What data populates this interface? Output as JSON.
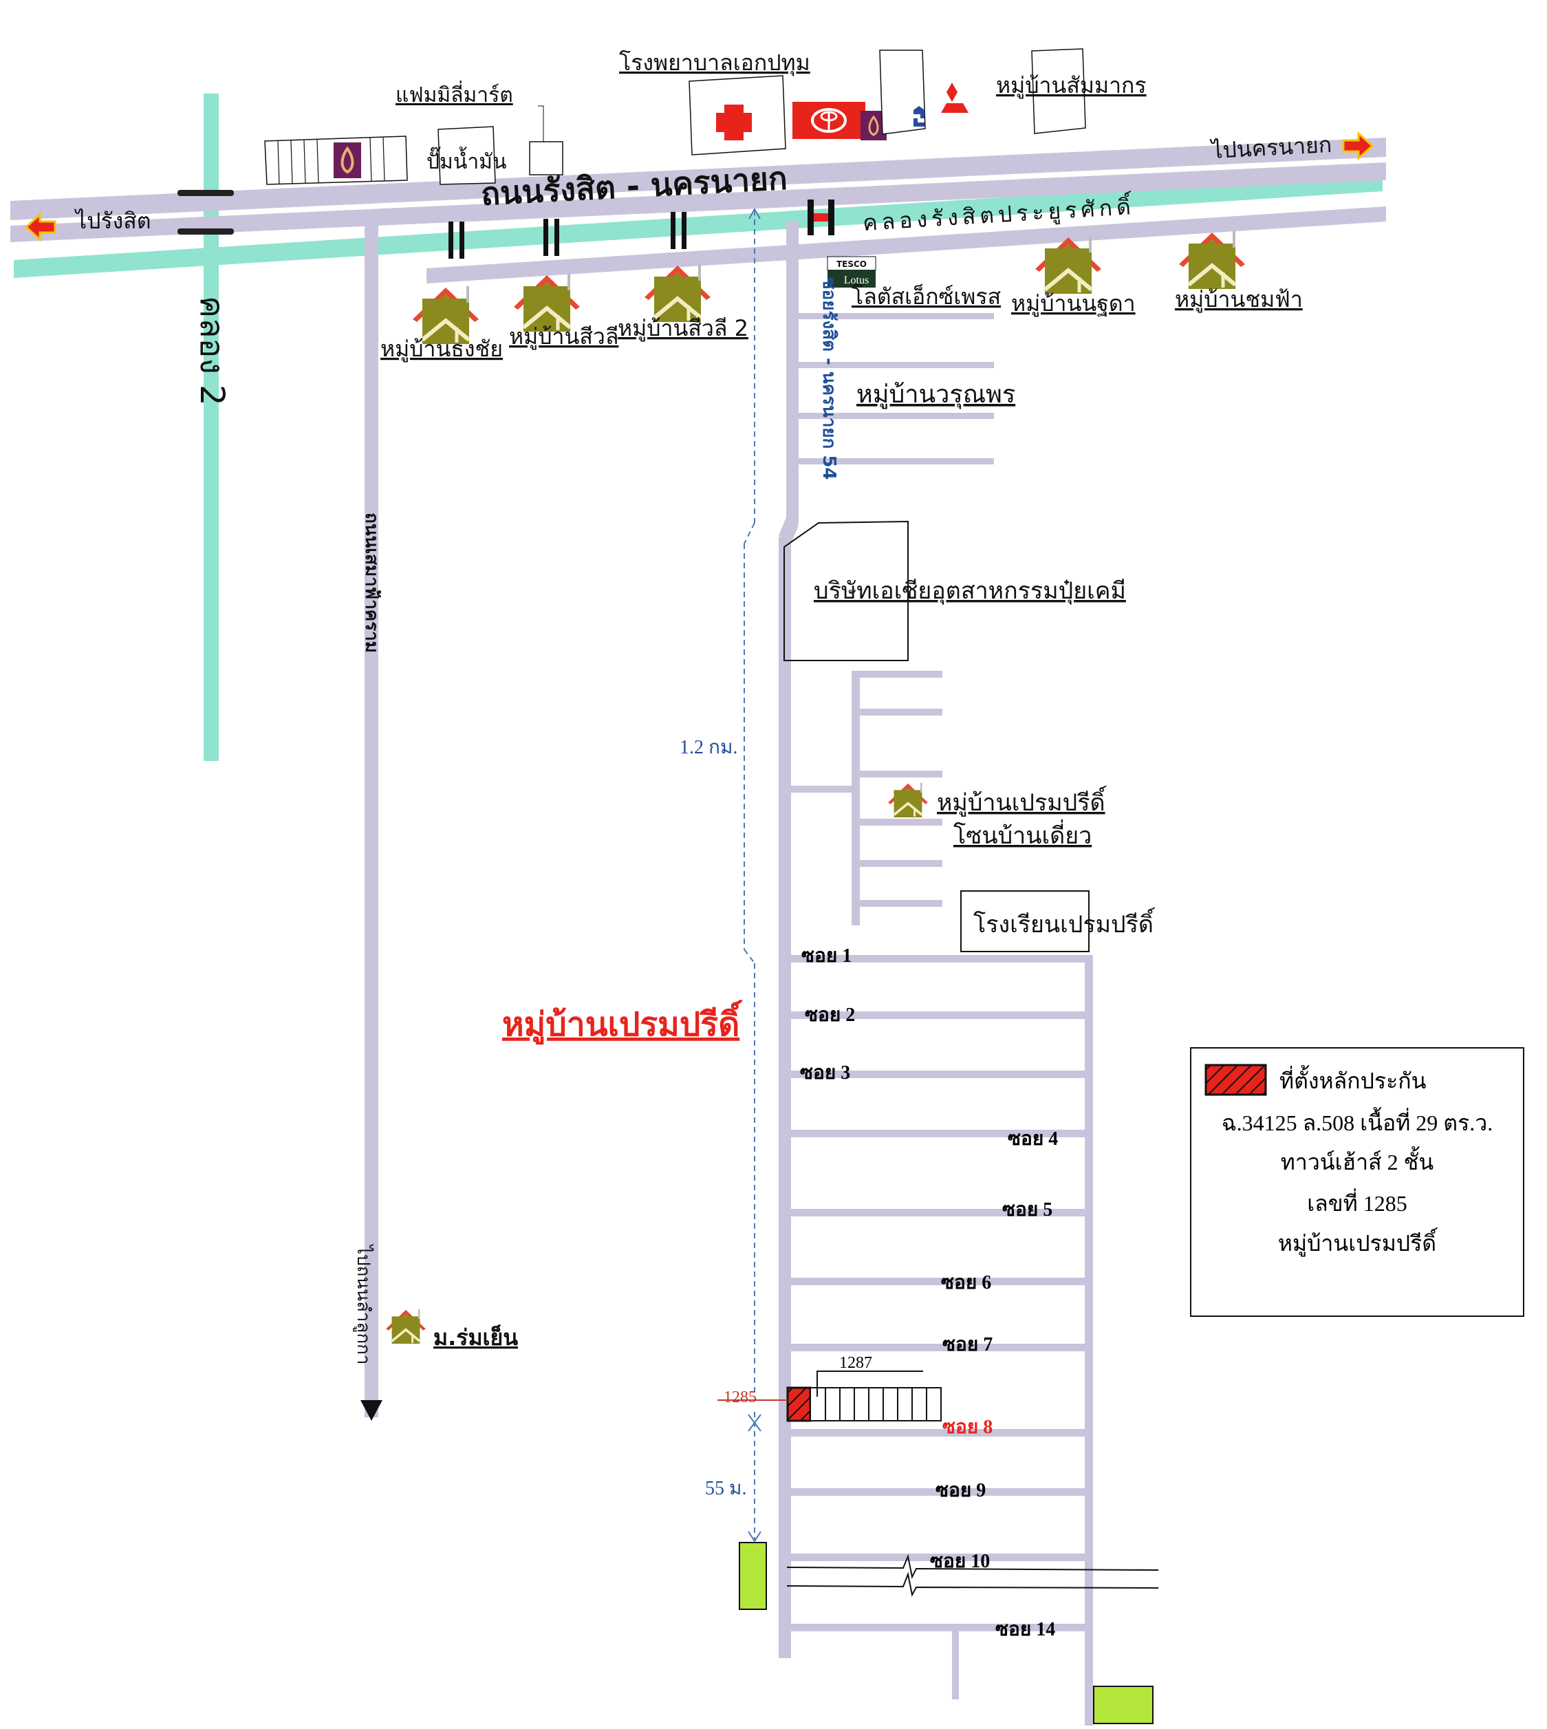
{
  "map": {
    "main_road": "ถนนรังสิต - นครนายก",
    "canal_main": "คลองรังสิตประยูรศักดิ์",
    "canal_2": "คลอง 2",
    "to_rangsit": "ไปรังสิต",
    "to_nakhon_nayok": "ไปนครนายก",
    "left_road": "ถนนเสมาฟ้าคราม",
    "left_road_to": "ไปถนนลำลูกกา",
    "soi_road": "ซอยรังสิต - นครนายก 54",
    "distance_main": "1.2 กม.",
    "distance_short": "55 ม.",
    "village_title": "หมู่บ้านเปรมปรีดิ์",
    "colors": {
      "road": "#c9c4dc",
      "canal": "#8fe3cf",
      "red": "#e8231c",
      "olive": "#8a8a1e",
      "green_box": "#b4e63c",
      "blue_text": "#1f4f9a",
      "bank_purple": "#6b1f5a"
    }
  },
  "landmarks": {
    "family_mart": "แฟมมิลี่มาร์ต",
    "gas_station": "ปั๊มน้ำมัน",
    "hospital": "โรงพยาบาลเอกปทุม",
    "sammakorn": "หมู่บ้านสัมมากร",
    "lotus_brand_top": "TESCO",
    "lotus_brand_bottom": "Lotus",
    "lotus_express": "โลตัสเอ็กซ์เพรส",
    "nutchuda": "หมู่บ้านนฐดา",
    "chomfa": "หมู่บ้านชมฟ้า",
    "thongchai": "หมู่บ้านธงชัย",
    "siwali": "หมู่บ้านสีวลี",
    "siwali2": "หมู่บ้านสีวลี 2",
    "warunporn": "หมู่บ้านวรุณพร",
    "asia_fertilizer": "บริษัทเอเซียอุตสาหกรรมปุ๋ยเคมี",
    "prempree_single_1": "หมู่บ้านเปรมปรีดิ์",
    "prempree_single_2": "โซนบ้านเดี่ยว",
    "prempree_school": "โรงเรียนเปรมปรีดิ์",
    "romyen": "ม.ร่มเย็น"
  },
  "sois": [
    {
      "label": "ซอย 1"
    },
    {
      "label": "ซอย 2"
    },
    {
      "label": "ซอย 3"
    },
    {
      "label": "ซอย 4"
    },
    {
      "label": "ซอย 5"
    },
    {
      "label": "ซอย 6"
    },
    {
      "label": "ซอย 7"
    },
    {
      "label": "ซอย 8"
    },
    {
      "label": "ซอย 9"
    },
    {
      "label": "ซอย 10"
    },
    {
      "label": "ซอย 14"
    }
  ],
  "plots": {
    "target_no": "1285",
    "neighbor_no": "1287"
  },
  "legend": {
    "title": "ที่ตั้งหลักประกัน",
    "line1": "ฉ.34125   ล.508  เนื้อที่ 29 ตร.ว.",
    "line2": "ทาวน์เฮ้าส์ 2 ชั้น",
    "line3": "เลขที่ 1285",
    "line4": "หมู่บ้านเปรมปรีดิ์"
  }
}
